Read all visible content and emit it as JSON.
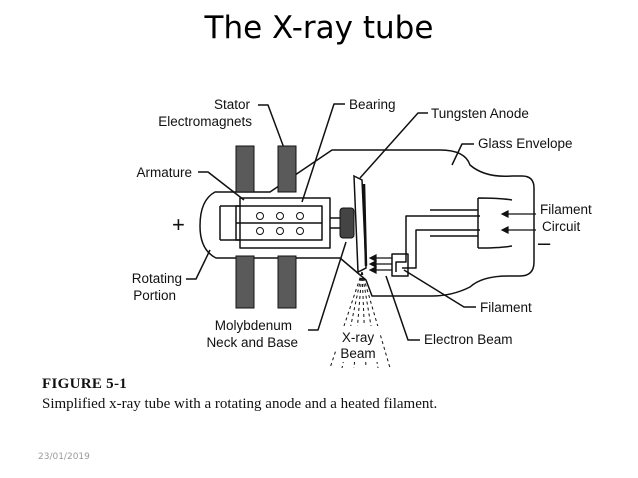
{
  "slide": {
    "title": "The X-ray tube",
    "date": "23/01/2019"
  },
  "figure": {
    "heading": "FIGURE 5-1",
    "caption": "Simplified x-ray tube with a rotating anode and a heated filament.",
    "labels": {
      "stator_line1": "Stator",
      "stator_line2": "Electromagnets",
      "bearing": "Bearing",
      "tungsten_anode": "Tungsten Anode",
      "glass_envelope": "Glass Envelope",
      "armature": "Armature",
      "filament_circuit_line1": "Filament",
      "filament_circuit_line2": "Circuit",
      "rotating_line1": "Rotating",
      "rotating_line2": "Portion",
      "filament": "Filament",
      "molybdenum_line1": "Molybdenum",
      "molybdenum_line2": "Neck and Base",
      "xray_line1": "X-ray",
      "xray_line2": "Beam",
      "electron_beam": "Electron Beam",
      "plus_sign": "+",
      "minus_sign": "–"
    }
  }
}
